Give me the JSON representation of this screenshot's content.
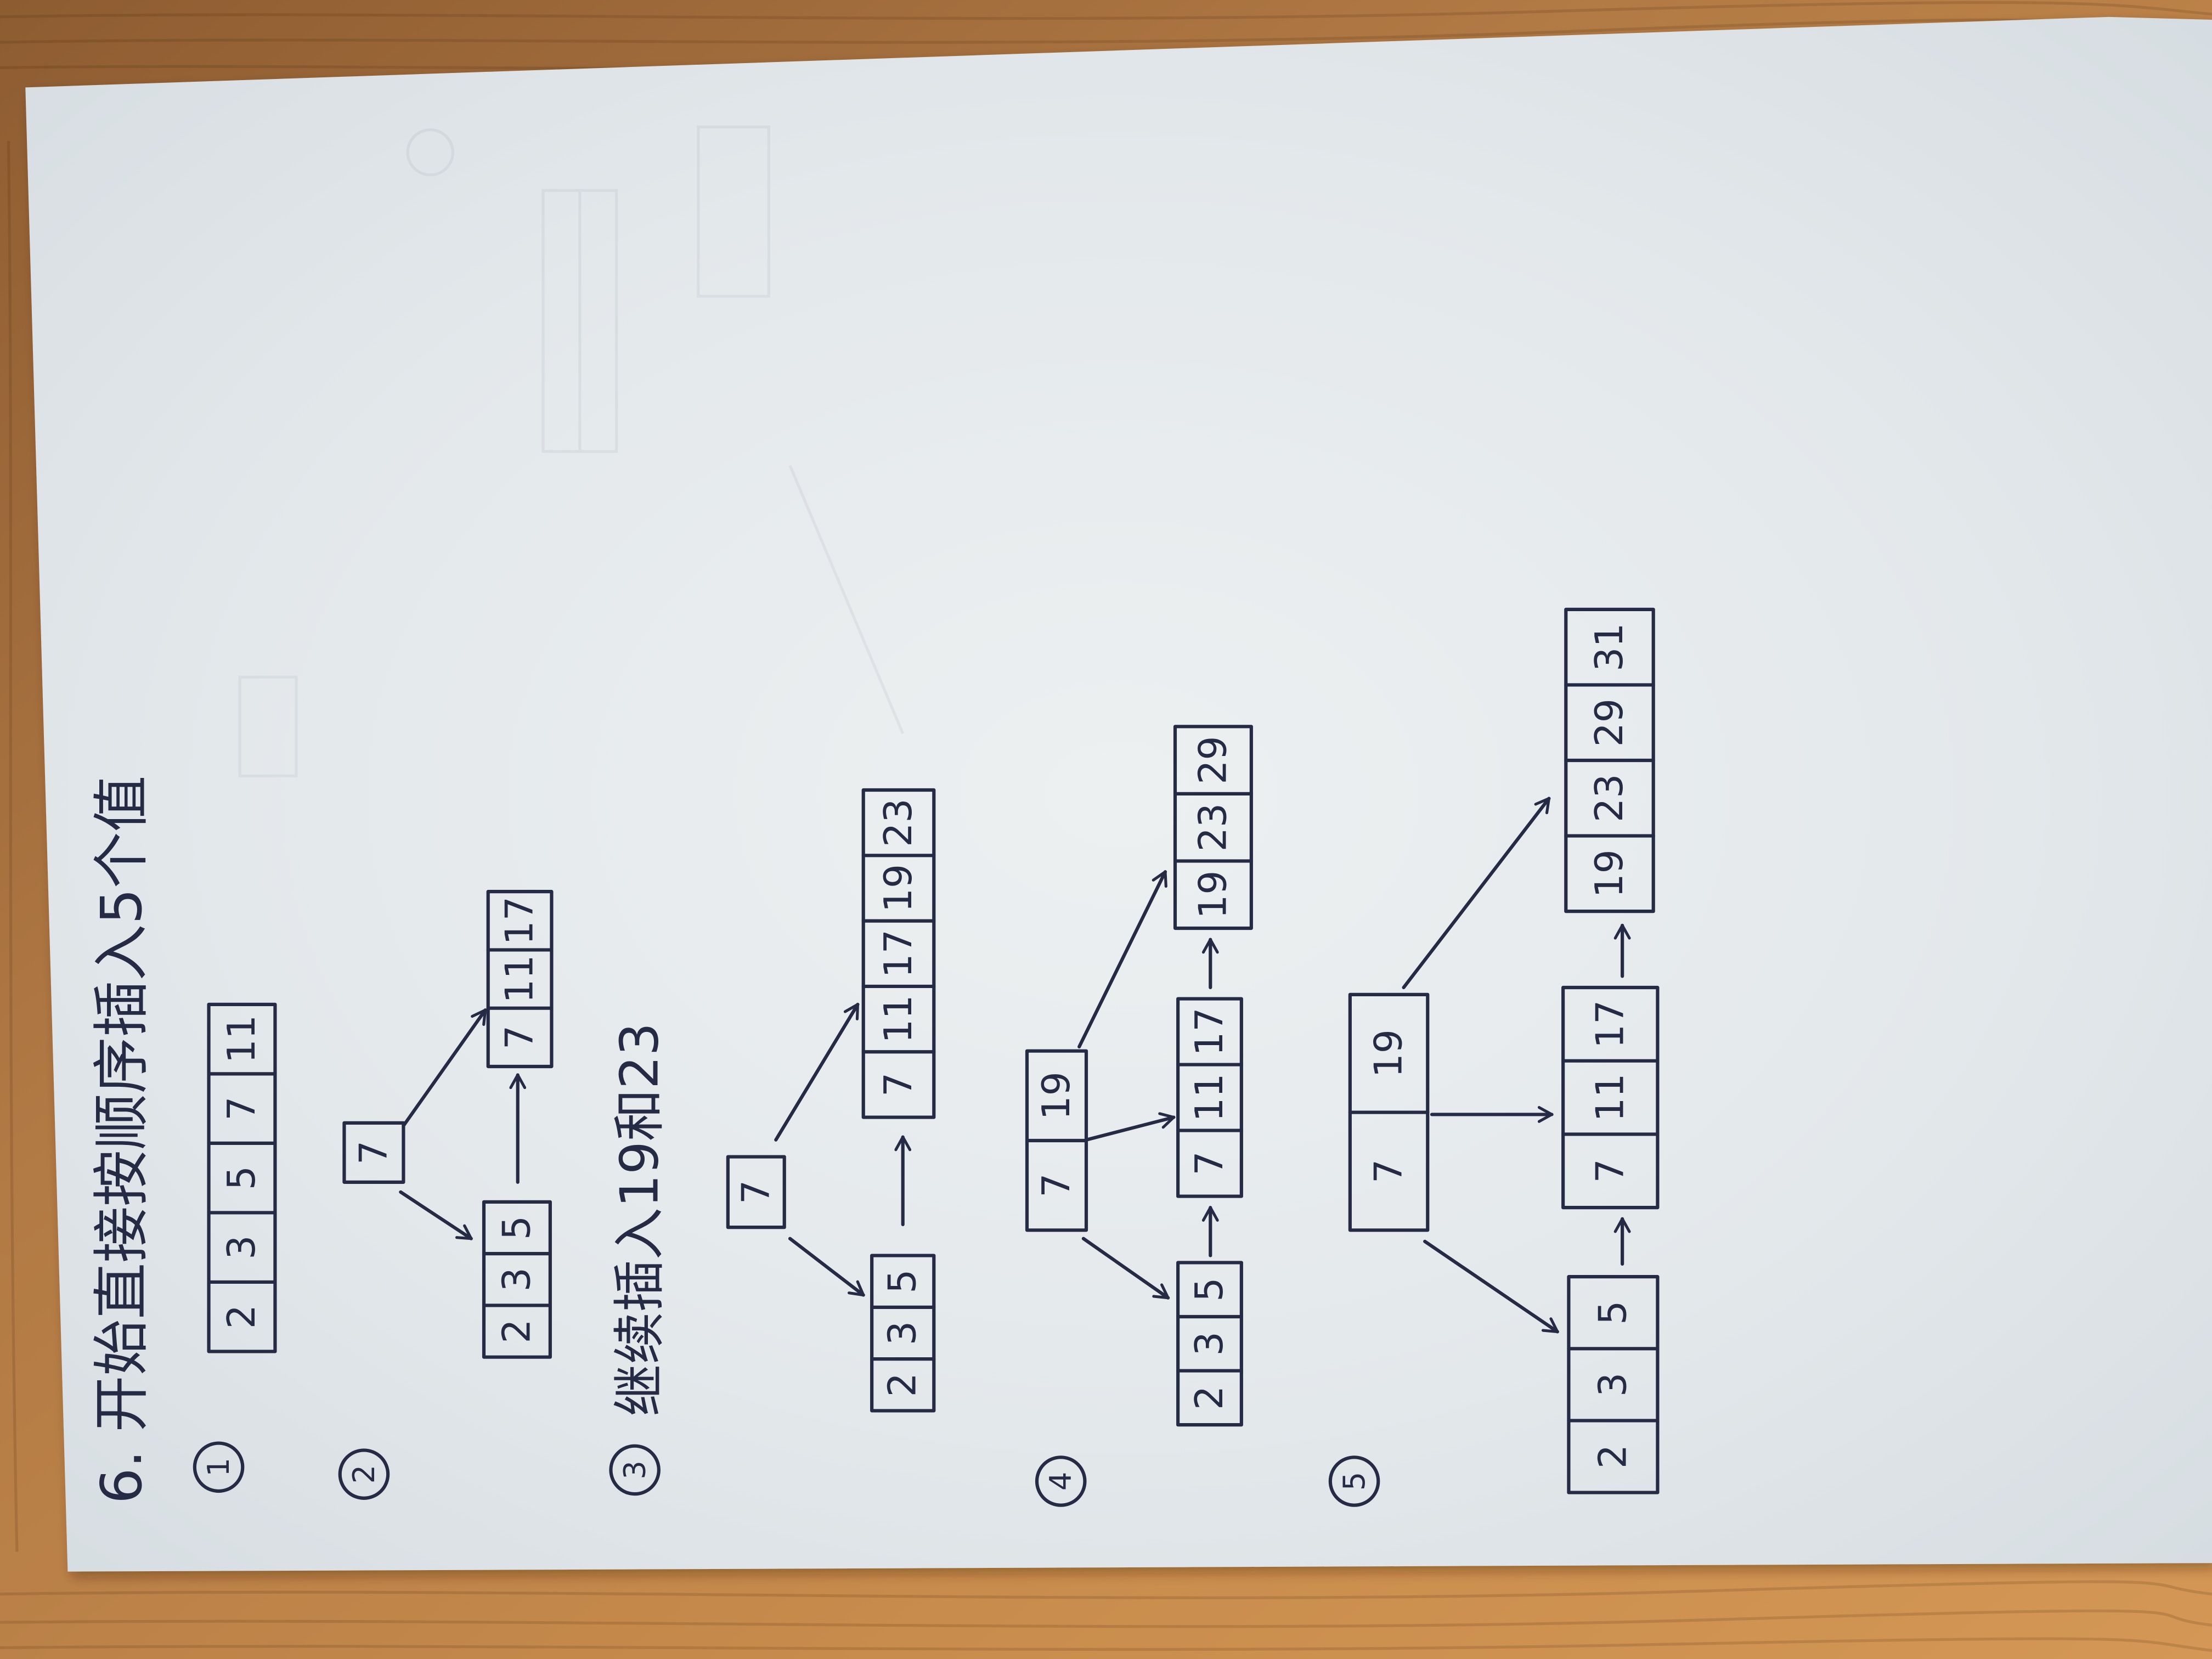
{
  "title": "6. 开始直接按顺序插入5个值",
  "steps": [
    {
      "number": "1",
      "leaves": [
        {
          "keys": [
            "2",
            "3",
            "5",
            "7",
            "11"
          ]
        }
      ]
    },
    {
      "number": "2",
      "root": {
        "keys": [
          "7"
        ]
      },
      "leaves": [
        {
          "keys": [
            "2",
            "3",
            "5"
          ]
        },
        {
          "keys": [
            "7",
            "11",
            "17"
          ]
        }
      ]
    },
    {
      "number": "3",
      "caption": "继续插入19和23",
      "root": {
        "keys": [
          "7"
        ]
      },
      "leaves": [
        {
          "keys": [
            "2",
            "3",
            "5"
          ]
        },
        {
          "keys": [
            "7",
            "11",
            "17",
            "19",
            "23"
          ]
        }
      ]
    },
    {
      "number": "4",
      "root": {
        "keys": [
          "7",
          "19"
        ]
      },
      "leaves": [
        {
          "keys": [
            "2",
            "3",
            "5"
          ]
        },
        {
          "keys": [
            "7",
            "11",
            "17"
          ]
        },
        {
          "keys": [
            "19",
            "23",
            "29"
          ]
        }
      ]
    },
    {
      "number": "5",
      "root": {
        "keys": [
          "7",
          "19"
        ]
      },
      "leaves": [
        {
          "keys": [
            "2",
            "3",
            "5"
          ]
        },
        {
          "keys": [
            "7",
            "11",
            "17"
          ]
        },
        {
          "keys": [
            "19",
            "23",
            "29",
            "31"
          ]
        }
      ]
    }
  ],
  "colors": {
    "ink": "#262b45",
    "paper": "#e6ebee",
    "table": "#c68a4a"
  }
}
